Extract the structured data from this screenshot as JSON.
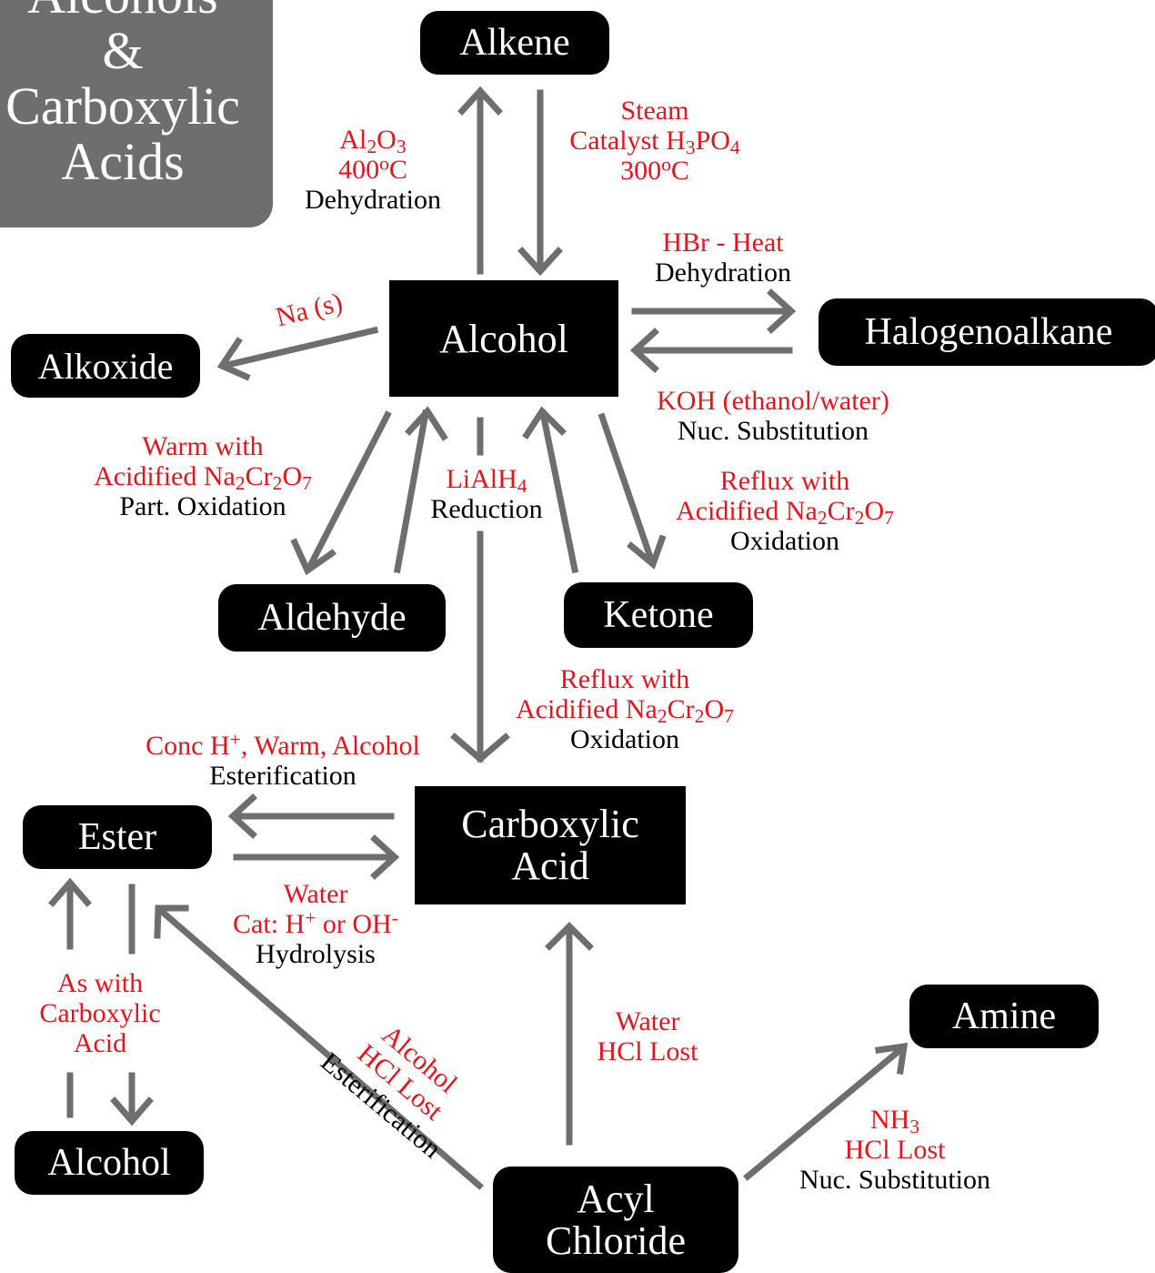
{
  "title": [
    "Alcohols",
    "&",
    "Carboxylic",
    "Acids"
  ],
  "nodes": {
    "alkene": "Alkene",
    "alcohol": "Alcohol",
    "halogenoalkane": "Halogenoalkane",
    "alkoxide": "Alkoxide",
    "aldehyde": "Aldehyde",
    "ketone": "Ketone",
    "carboxylic_acid": [
      "Carboxylic",
      "Acid"
    ],
    "ester": "Ester",
    "alcohol_product": "Alcohol",
    "amine": "Amine",
    "acyl_chloride": [
      "Acyl",
      "Chloride"
    ]
  },
  "labels": {
    "dehydration_alkene": {
      "al": "Al",
      "al_sub": "2",
      "o": "O",
      "o_sub": "3",
      "temp": "400",
      "temp_sup": "o",
      "temp_unit": "C",
      "name": "Dehydration"
    },
    "hydration": {
      "steam": "Steam",
      "cat": "Catalyst H",
      "cat_sub1": "3",
      "cat_mid": "PO",
      "cat_sub2": "4",
      "temp": "300",
      "temp_sup": "o",
      "temp_unit": "C"
    },
    "hbr": {
      "cond": "HBr - Heat",
      "name": "Dehydration"
    },
    "koh": {
      "cond": "KOH (ethanol/water)",
      "name": "Nuc. Substitution"
    },
    "sodium": {
      "cond": "Na (s)"
    },
    "part_oxidation": {
      "line1": "Warm with",
      "line2": "Acidified Na",
      "s1": "2",
      "m1": "Cr",
      "s2": "2",
      "m2": "O",
      "s3": "7",
      "name": "Part. Oxidation"
    },
    "reduction": {
      "cond": "LiAlH",
      "cond_sub": "4",
      "name": "Reduction"
    },
    "ketone_oxidation": {
      "line1": "Reflux with",
      "line2": "Acidified Na",
      "s1": "2",
      "m1": "Cr",
      "s2": "2",
      "m2": "O",
      "s3": "7",
      "name": "Oxidation"
    },
    "acid_oxidation": {
      "line1": "Reflux with",
      "line2": "Acidified Na",
      "s1": "2",
      "m1": "Cr",
      "s2": "2",
      "m2": "O",
      "s3": "7",
      "name": "Oxidation"
    },
    "esterification": {
      "cond_a": "Conc H",
      "cond_sup": "+",
      "cond_b": ", Warm, Alcohol",
      "name": "Esterification"
    },
    "hydrolysis": {
      "line1": "Water",
      "line2a": "Cat: H",
      "line2_sup1": "+",
      "line2b": " or OH",
      "line2_sup2": "-",
      "name": "Hydrolysis"
    },
    "as_with": {
      "line1": "As with",
      "line2": "Carboxylic",
      "line3": "Acid"
    },
    "acyl_ester": {
      "line1": "Alcohol",
      "line2": "HCl Lost",
      "name": "Esterification"
    },
    "acyl_water": {
      "line1": "Water",
      "line2": "HCl Lost"
    },
    "amine_route": {
      "cond": "NH",
      "cond_sub": "3",
      "line2": "HCl Lost",
      "name": "Nuc. Substitution"
    }
  },
  "colors": {
    "arrow": "#6e6e6e",
    "node": "#000000",
    "condition": "#e8141c",
    "reaction": "#000000",
    "title_box": "#6e6e6e"
  }
}
